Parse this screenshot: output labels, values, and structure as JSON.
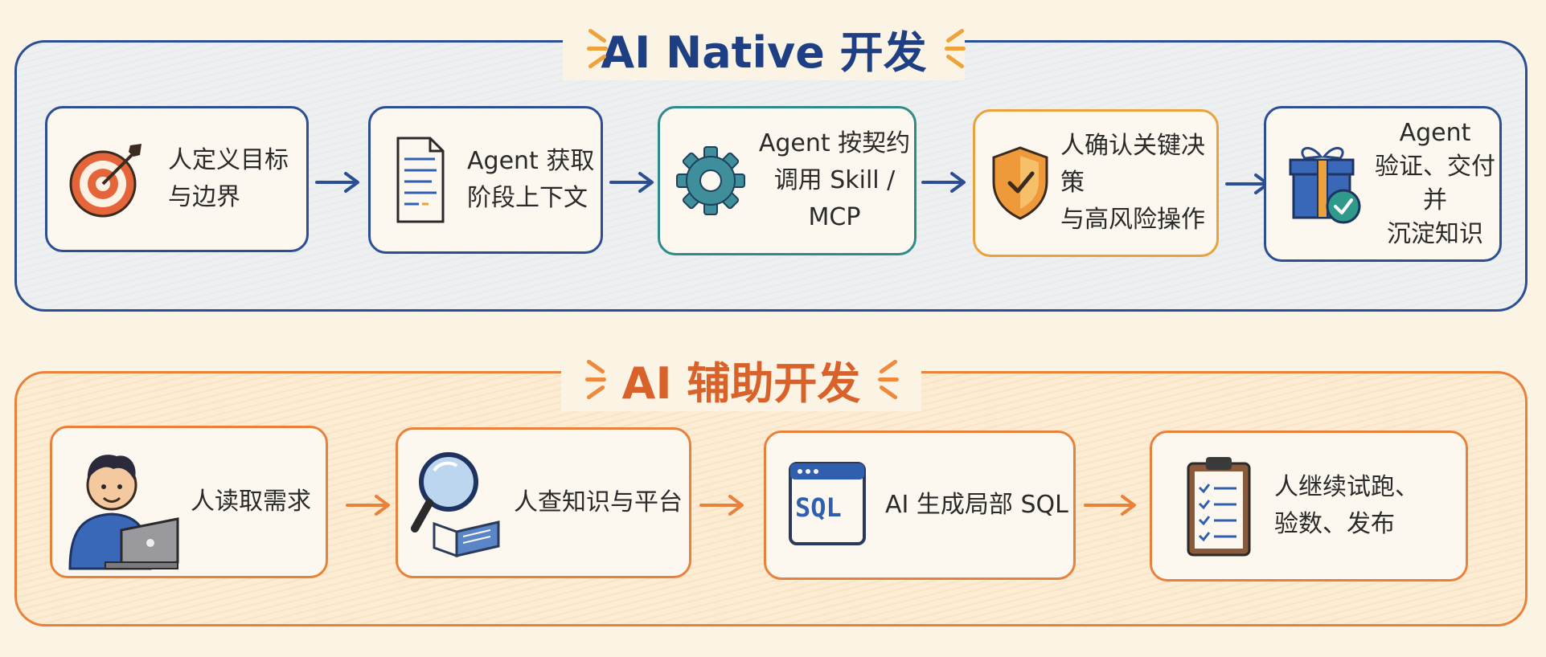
{
  "native": {
    "title": "AI Native 开发",
    "steps": [
      {
        "icon": "target-icon",
        "text": "人定义目标\n与边界"
      },
      {
        "icon": "document-icon",
        "text": "Agent 获取\n阶段上下文"
      },
      {
        "icon": "gear-icon",
        "text": "Agent 按契约\n调用 Skill / MCP"
      },
      {
        "icon": "shield-check-icon",
        "text": "人确认关键决策\n与高风险操作"
      },
      {
        "icon": "gift-box-check-icon",
        "text": "Agent\n验证、交付并\n沉淀知识"
      }
    ]
  },
  "assist": {
    "title": "AI 辅助开发",
    "steps": [
      {
        "icon": "person-laptop-icon",
        "text": "人读取需求"
      },
      {
        "icon": "magnifier-book-icon",
        "text": "人查知识与平台"
      },
      {
        "icon": "sql-window-icon",
        "text": "AI 生成局部 SQL",
        "badge": "SQL"
      },
      {
        "icon": "clipboard-checklist-icon",
        "text": "人继续试跑、\n验数、发布"
      }
    ]
  },
  "colors": {
    "native_border": "#2c4e93",
    "native_title": "#1f3f84",
    "assist_border": "#e8823a",
    "assist_title": "#d9622b",
    "card_blue": "#2c4e93",
    "card_teal": "#2f8a8a",
    "card_orange": "#e9a23d"
  }
}
